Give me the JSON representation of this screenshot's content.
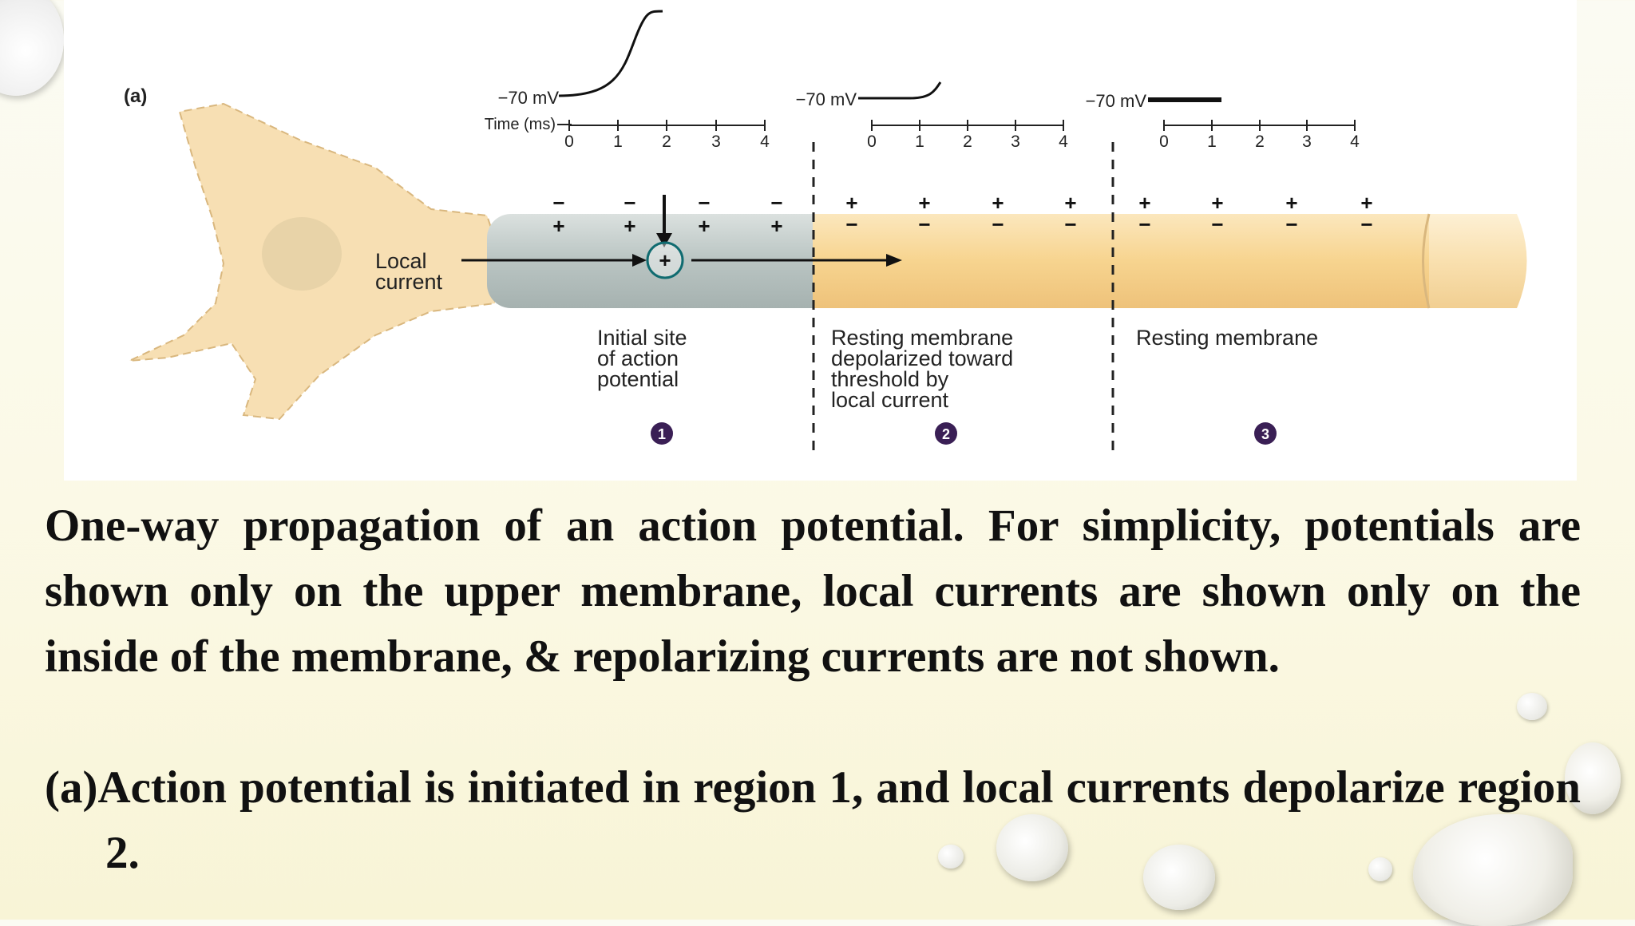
{
  "diagram": {
    "panel_label": "(a)",
    "mv_labels": [
      "−70 mV",
      "−70 mV",
      "−70 mV"
    ],
    "time_label": "Time (ms)",
    "ticks": [
      "0",
      "1",
      "2",
      "3",
      "4"
    ],
    "local_current_line1": "Local",
    "local_current_line2": "current",
    "plus": "+",
    "minus": "−",
    "region1_text": [
      "Initial site",
      "of action",
      "potential"
    ],
    "region2_text": [
      "Resting membrane",
      "depolarized toward",
      "threshold by",
      "local current"
    ],
    "region3_text": [
      "Resting membrane"
    ],
    "region_numbers": [
      "1",
      "2",
      "3"
    ]
  },
  "caption": {
    "main": "One-way propagation of an action potential. For simplicity, potentials are shown only on the upper membrane, local currents are shown only on the inside of the membrane, & repolarizing currents are not shown.",
    "part_a": "(a)Action potential is initiated in region 1, and local currents depolarize region 2."
  },
  "colors": {
    "neuron": "#f7dfb3",
    "axon_region1": "#c3cccb",
    "axon_resting": "#f8d795",
    "text": "#111111",
    "region_badge": "#3a1f55"
  }
}
